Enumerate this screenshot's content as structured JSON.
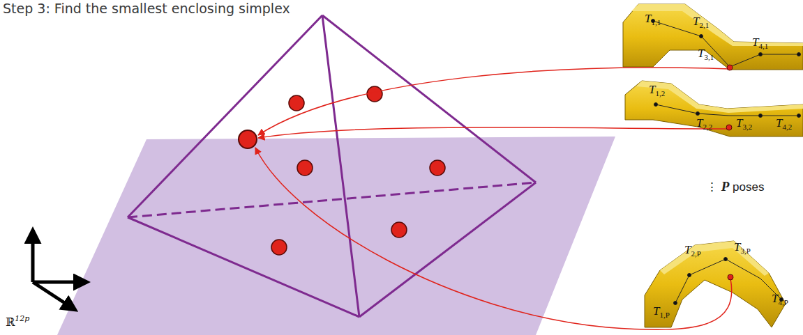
{
  "diagram": {
    "title": "Step 3: Find the smallest enclosing simplex",
    "labels": [
      "T1,1",
      "T2,1",
      "T3,1",
      "T4,1",
      "T1,2",
      "T2,2",
      "T3,2",
      "T4,2",
      "⋮ P poses",
      "T1,P",
      "T2,P",
      "T3,P",
      "T4,P",
      "ℝ12p"
    ]
  }
}
